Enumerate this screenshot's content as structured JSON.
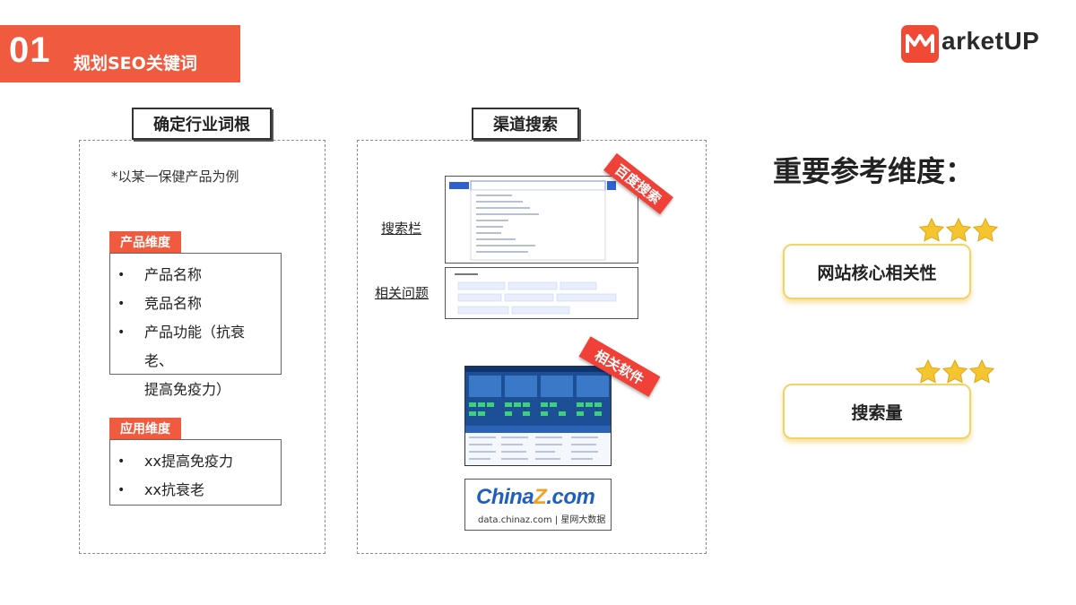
{
  "header": {
    "number": "01",
    "title": "规划SEO关键词"
  },
  "logo": {
    "text": "arketUP",
    "icon": "marketup-m-logo-icon",
    "color": "#f04a37"
  },
  "left_panel": {
    "title": "确定行业词根",
    "example_note": "*以某一保健产品为例",
    "product_dimension": {
      "tag": "产品维度",
      "items": [
        "产品名称",
        "竞品名称",
        "产品功能（抗衰老、",
        "提高免疫力）"
      ]
    },
    "application_dimension": {
      "tag": "应用维度",
      "items": [
        "xx提高免疫力",
        "xx抗衰老"
      ]
    }
  },
  "middle_panel": {
    "title": "渠道搜索",
    "search_bar_label": "搜索栏",
    "related_questions_label": "相关问题",
    "baidu_tag": "百度搜索",
    "software_tag": "相关软件",
    "chinaz": {
      "brand_china": "China",
      "brand_z": "Z",
      "brand_dotcom": ".com",
      "url": "data.chinaz.com",
      "separator": "|",
      "subtitle": "星网大数据"
    }
  },
  "right_panel": {
    "title": "重要参考维度：",
    "cards": [
      {
        "label": "网站核心相关性",
        "stars": 3
      },
      {
        "label": "搜索量",
        "stars": 3
      }
    ]
  },
  "colors": {
    "accent_red": "#f05a3f",
    "card_border": "#f2d36b",
    "star": "#f5c431"
  }
}
